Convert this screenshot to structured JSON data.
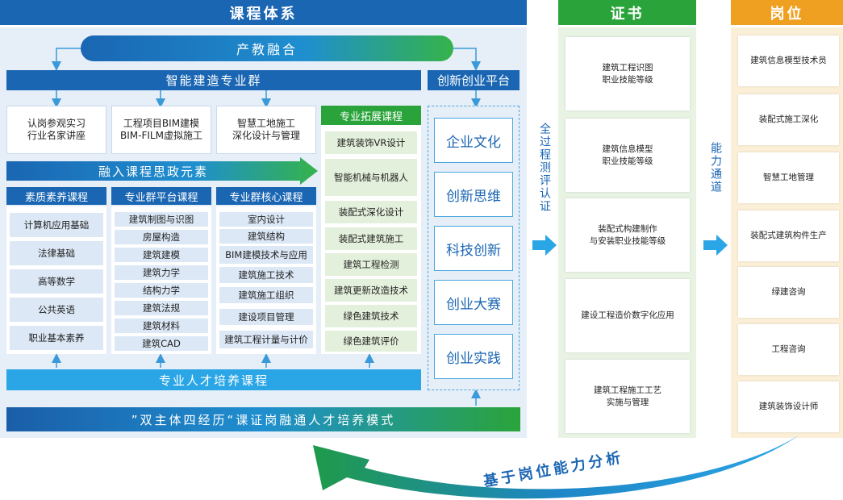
{
  "headers": {
    "curriculum": "课程体系",
    "certificate": "证书",
    "position": "岗位"
  },
  "integration": "产教融合",
  "cluster": "智能建造专业群",
  "platform_title": "创新创业平台",
  "top_boxes": [
    "认岗参观实习\n行业名家讲座",
    "工程项目BIM建模\nBIM-FILM虚拟施工",
    "智慧工地施工\n深化设计与管理"
  ],
  "ideology_arrow": "融入课程思政元素",
  "expansion": {
    "title": "专业拓展课程",
    "items": [
      "建筑装饰VR设计",
      "智能机械与机器人",
      "装配式深化设计",
      "装配式建筑施工",
      "建筑工程检测",
      "建筑更新改造技术",
      "绿色建筑技术",
      "绿色建筑评价"
    ]
  },
  "quality": {
    "title": "素质素养课程",
    "items": [
      "计算机应用基础",
      "法律基础",
      "高等数学",
      "公共英语",
      "职业基本素养"
    ]
  },
  "platform_course": {
    "title": "专业群平台课程",
    "items": [
      "建筑制图与识图",
      "房屋构造",
      "建筑建模",
      "建筑力学",
      "结构力学",
      "建筑法规",
      "建筑材料",
      "建筑CAD"
    ]
  },
  "core_course": {
    "title": "专业群核心课程",
    "items": [
      "室内设计",
      "建筑结构",
      "BIM建模技术与应用",
      "建筑施工技术",
      "建筑施工组织",
      "建设项目管理",
      "建筑工程计量与计价"
    ]
  },
  "innovation_items": [
    "企业文化",
    "创新思维",
    "科技创新",
    "创业大赛",
    "创业实践"
  ],
  "talent_course": "专业人才培养课程",
  "mode_banner": "”双主体四经历“课证岗融通人才培养模式",
  "channel_left": "全过程测评认证",
  "channel_right": "能力通道",
  "certificates": [
    "建筑工程识图\n职业技能等级",
    "建筑信息模型\n职业技能等级",
    "装配式构建制作\n与安装职业技能等级",
    "建设工程造价数字化应用",
    "建筑工程施工工艺\n实施与管理"
  ],
  "positions": [
    "建筑信息模型技术员",
    "装配式施工深化",
    "智慧工地管理",
    "装配式建筑构件生产",
    "绿建咨询",
    "工程咨询",
    "建筑装饰设计师"
  ],
  "analysis": "基于岗位能力分析",
  "colors": {
    "blue": "#1a66b3",
    "green": "#2aa43a",
    "orange": "#f0a020",
    "light": "#e6eef8"
  }
}
